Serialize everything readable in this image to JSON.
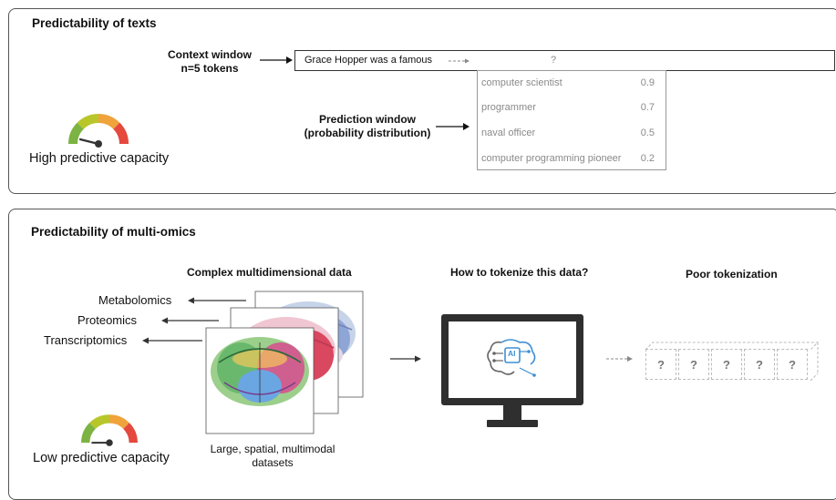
{
  "text_panel": {
    "title": "Predictability of texts",
    "context_label_line1": "Context window",
    "context_label_line2": "n=5 tokens",
    "context_text": "Grace Hopper was a famous",
    "context_question": "?",
    "prediction_label_line1": "Prediction window",
    "prediction_label_line2": "(probability distribution)",
    "predictions": [
      {
        "label": "computer scientist",
        "value": "0.9"
      },
      {
        "label": "programmer",
        "value": "0.7"
      },
      {
        "label": "naval officer",
        "value": "0.5"
      },
      {
        "label": "computer programming pioneer",
        "value": "0.2"
      }
    ],
    "capacity_label": "High predictive capacity"
  },
  "omics_panel": {
    "title": "Predictability of multi-omics",
    "data_heading": "Complex multidimensional data",
    "tokenize_heading": "How to tokenize this data?",
    "poor_heading": "Poor tokenization",
    "layers": [
      "Metabolomics",
      "Proteomics",
      "Transcriptomics"
    ],
    "dataset_caption_line1": "Large, spatial, multimodal",
    "dataset_caption_line2": "datasets",
    "ai_label": "AI",
    "token_marks": [
      "?",
      "?",
      "?",
      "?",
      "?"
    ],
    "capacity_label": "Low predictive capacity"
  },
  "colors": {
    "gauge_green": "#7cb342",
    "gauge_yellow": "#e3c21f",
    "gauge_orange": "#f0a33a",
    "gauge_red": "#e5483d",
    "ai_blue": "#3d8fd6"
  }
}
